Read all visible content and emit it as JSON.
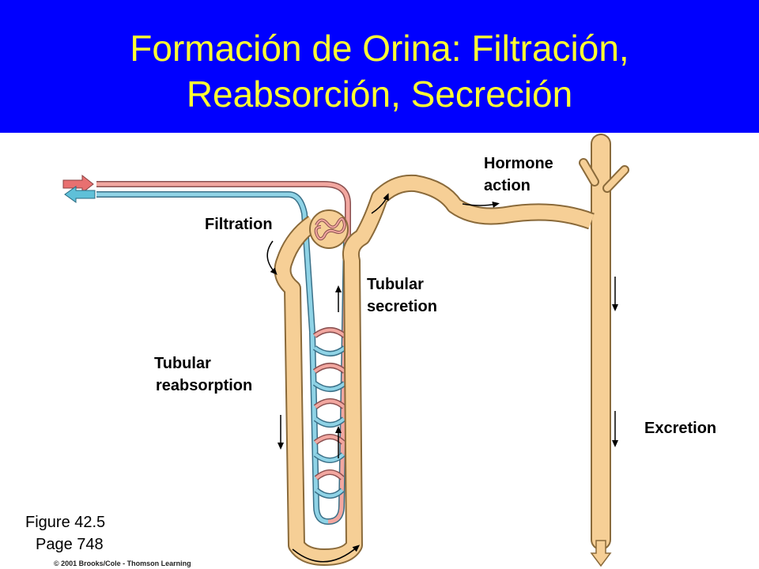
{
  "title": {
    "line1": "Formación de Orina: Filtración,",
    "line2": "Reabsorción, Secreción"
  },
  "labels": {
    "filtration": "Filtration",
    "hormone_action_1": "Hormone",
    "hormone_action_2": "action",
    "tubular_secretion_1": "Tubular",
    "tubular_secretion_2": "secretion",
    "tubular_reabsorption_1": "Tubular",
    "tubular_reabsorption_2": "reabsorption",
    "excretion": "Excretion"
  },
  "figure_ref": {
    "figure": "Figure 42.5",
    "page": "Page 748"
  },
  "copyright": "© 2001 Brooks/Cole - Thomson Learning",
  "colors": {
    "title_bg": "#0000ff",
    "title_text": "#ffff33",
    "tubule": "#f6cf96",
    "artery": "#f2a7a0",
    "vein": "#8fd3e6"
  }
}
